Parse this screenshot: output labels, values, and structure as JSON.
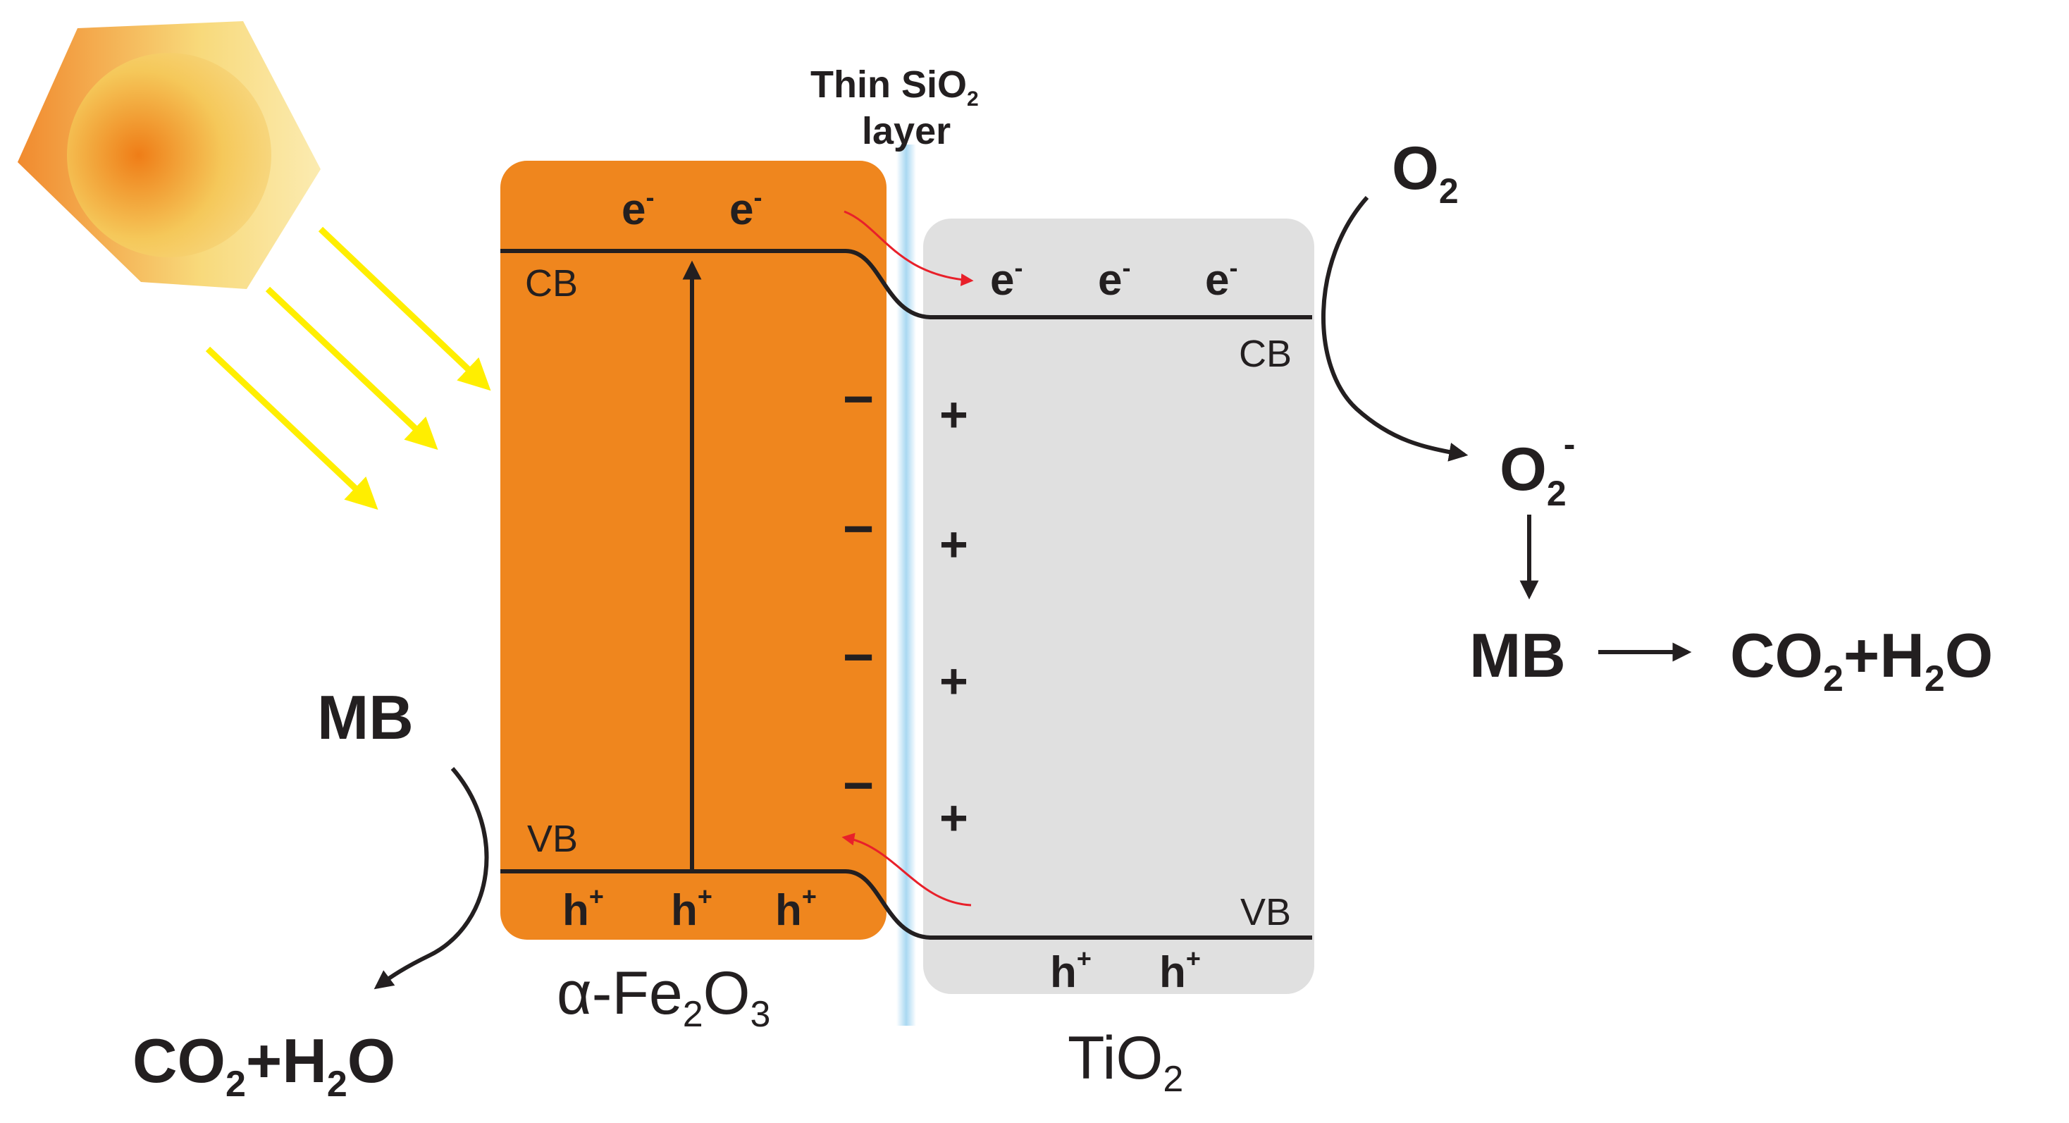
{
  "interface_label": {
    "line1": "Thin SiO",
    "line1_sub": "2",
    "line2": "layer"
  },
  "fe2o3": {
    "label_pre": "α-Fe",
    "label_sub1": "2",
    "label_mid": "O",
    "label_sub2": "3",
    "cb_label": "CB",
    "vb_label": "VB",
    "electrons": [
      {
        "main": "e",
        "sup": "-"
      },
      {
        "main": "e",
        "sup": "-"
      }
    ],
    "holes": [
      {
        "main": "h",
        "sup": "+"
      },
      {
        "main": "h",
        "sup": "+"
      },
      {
        "main": "h",
        "sup": "+"
      }
    ],
    "charges": [
      "−",
      "−",
      "−",
      "−"
    ],
    "color": "#ef861e"
  },
  "tio2": {
    "label_pre": "TiO",
    "label_sub": "2",
    "cb_label": "CB",
    "vb_label": "VB",
    "electrons": [
      {
        "main": "e",
        "sup": "-"
      },
      {
        "main": "e",
        "sup": "-"
      },
      {
        "main": "e",
        "sup": "-"
      }
    ],
    "holes": [
      {
        "main": "h",
        "sup": "+"
      },
      {
        "main": "h",
        "sup": "+"
      }
    ],
    "charges": [
      "+",
      "+",
      "+",
      "+"
    ],
    "color": "#e0e0e0"
  },
  "right_reaction": {
    "o2": {
      "main": "O",
      "sub": "2"
    },
    "superoxide": {
      "main": "O",
      "sub": "2",
      "sup": "-"
    },
    "mb": "MB",
    "product": {
      "p1": "CO",
      "s1": "2",
      "p2": "+H",
      "s2": "2",
      "p3": "O"
    }
  },
  "left_reaction": {
    "mb": "MB",
    "product": {
      "p1": "CO",
      "s1": "2",
      "p2": "+H",
      "s2": "2",
      "p3": "O"
    }
  },
  "colors": {
    "ink": "#231f20",
    "sun_light": "#f7d56c",
    "sun_dark": "#ef7d17",
    "light_rays": "#ffee00",
    "transfer_arrows": "#e8202a",
    "interface_layer": "#bfe3f7"
  },
  "icons": [
    "sun-icon",
    "light-ray-arrow-icon"
  ]
}
